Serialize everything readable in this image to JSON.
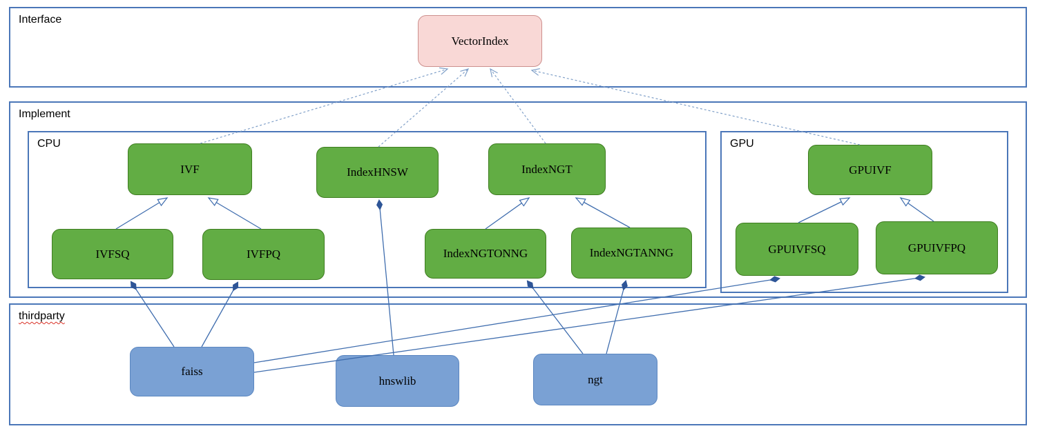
{
  "diagram": {
    "type": "class-architecture-diagram",
    "containers": {
      "interface": {
        "label": "Interface"
      },
      "implement": {
        "label": "Implement"
      },
      "cpu": {
        "label": "CPU"
      },
      "gpu": {
        "label": "GPU"
      },
      "thirdparty": {
        "label": "thirdparty"
      }
    },
    "nodes": {
      "vectorindex": {
        "label": "VectorIndex",
        "type": "interface"
      },
      "ivf": {
        "label": "IVF",
        "type": "cpu-class"
      },
      "indexhnsw": {
        "label": "IndexHNSW",
        "type": "cpu-class"
      },
      "indexngt": {
        "label": "IndexNGT",
        "type": "cpu-class"
      },
      "ivfsq": {
        "label": "IVFSQ",
        "type": "cpu-class"
      },
      "ivfpq": {
        "label": "IVFPQ",
        "type": "cpu-class"
      },
      "indexngtonng": {
        "label": "IndexNGTONNG",
        "type": "cpu-class"
      },
      "indexngtanng": {
        "label": "IndexNGTANNG",
        "type": "cpu-class"
      },
      "gpuivf": {
        "label": "GPUIVF",
        "type": "gpu-class"
      },
      "gpuivfsq": {
        "label": "GPUIVFSQ",
        "type": "gpu-class"
      },
      "gpuivfpq": {
        "label": "GPUIVFPQ",
        "type": "gpu-class"
      },
      "faiss": {
        "label": "faiss",
        "type": "thirdparty-lib"
      },
      "hnswlib": {
        "label": "hnswlib",
        "type": "thirdparty-lib"
      },
      "ngt": {
        "label": "ngt",
        "type": "thirdparty-lib"
      }
    },
    "edges": [
      {
        "from": "IVF",
        "to": "VectorIndex",
        "kind": "realization-dashed-open-arrow"
      },
      {
        "from": "IndexHNSW",
        "to": "VectorIndex",
        "kind": "realization-dashed-open-arrow"
      },
      {
        "from": "IndexNGT",
        "to": "VectorIndex",
        "kind": "realization-dashed-open-arrow"
      },
      {
        "from": "GPUIVF",
        "to": "VectorIndex",
        "kind": "realization-dashed-open-arrow"
      },
      {
        "from": "IVFSQ",
        "to": "IVF",
        "kind": "generalization-hollow-triangle"
      },
      {
        "from": "IVFPQ",
        "to": "IVF",
        "kind": "generalization-hollow-triangle"
      },
      {
        "from": "IndexNGTONNG",
        "to": "IndexNGT",
        "kind": "generalization-hollow-triangle"
      },
      {
        "from": "IndexNGTANNG",
        "to": "IndexNGT",
        "kind": "generalization-hollow-triangle"
      },
      {
        "from": "GPUIVFSQ",
        "to": "GPUIVF",
        "kind": "generalization-hollow-triangle"
      },
      {
        "from": "GPUIVFPQ",
        "to": "GPUIVF",
        "kind": "generalization-hollow-triangle"
      },
      {
        "from": "faiss",
        "to": "IVFSQ",
        "kind": "composition-filled-diamond"
      },
      {
        "from": "faiss",
        "to": "IVFPQ",
        "kind": "composition-filled-diamond"
      },
      {
        "from": "hnswlib",
        "to": "IndexHNSW",
        "kind": "composition-filled-diamond"
      },
      {
        "from": "ngt",
        "to": "IndexNGTONNG",
        "kind": "composition-filled-diamond"
      },
      {
        "from": "ngt",
        "to": "IndexNGTANNG",
        "kind": "composition-filled-diamond"
      },
      {
        "from": "faiss",
        "to": "GPUIVFSQ",
        "kind": "composition-filled-diamond"
      },
      {
        "from": "faiss",
        "to": "GPUIVFPQ",
        "kind": "composition-filled-diamond"
      }
    ],
    "colors": {
      "interface_fill": "#f9d8d6",
      "interface_border": "#cc8f8d",
      "class_fill": "#62ad44",
      "class_border": "#3d7c1f",
      "thirdparty_fill": "#7aa1d4",
      "thirdparty_border": "#5a86c0",
      "container_border": "#4a76b8",
      "edge_solid": "#3f6dae",
      "edge_dashed": "#7f9fc8",
      "diamond_fill": "#2e5597",
      "spellcheck_underline": "#d93025"
    }
  }
}
